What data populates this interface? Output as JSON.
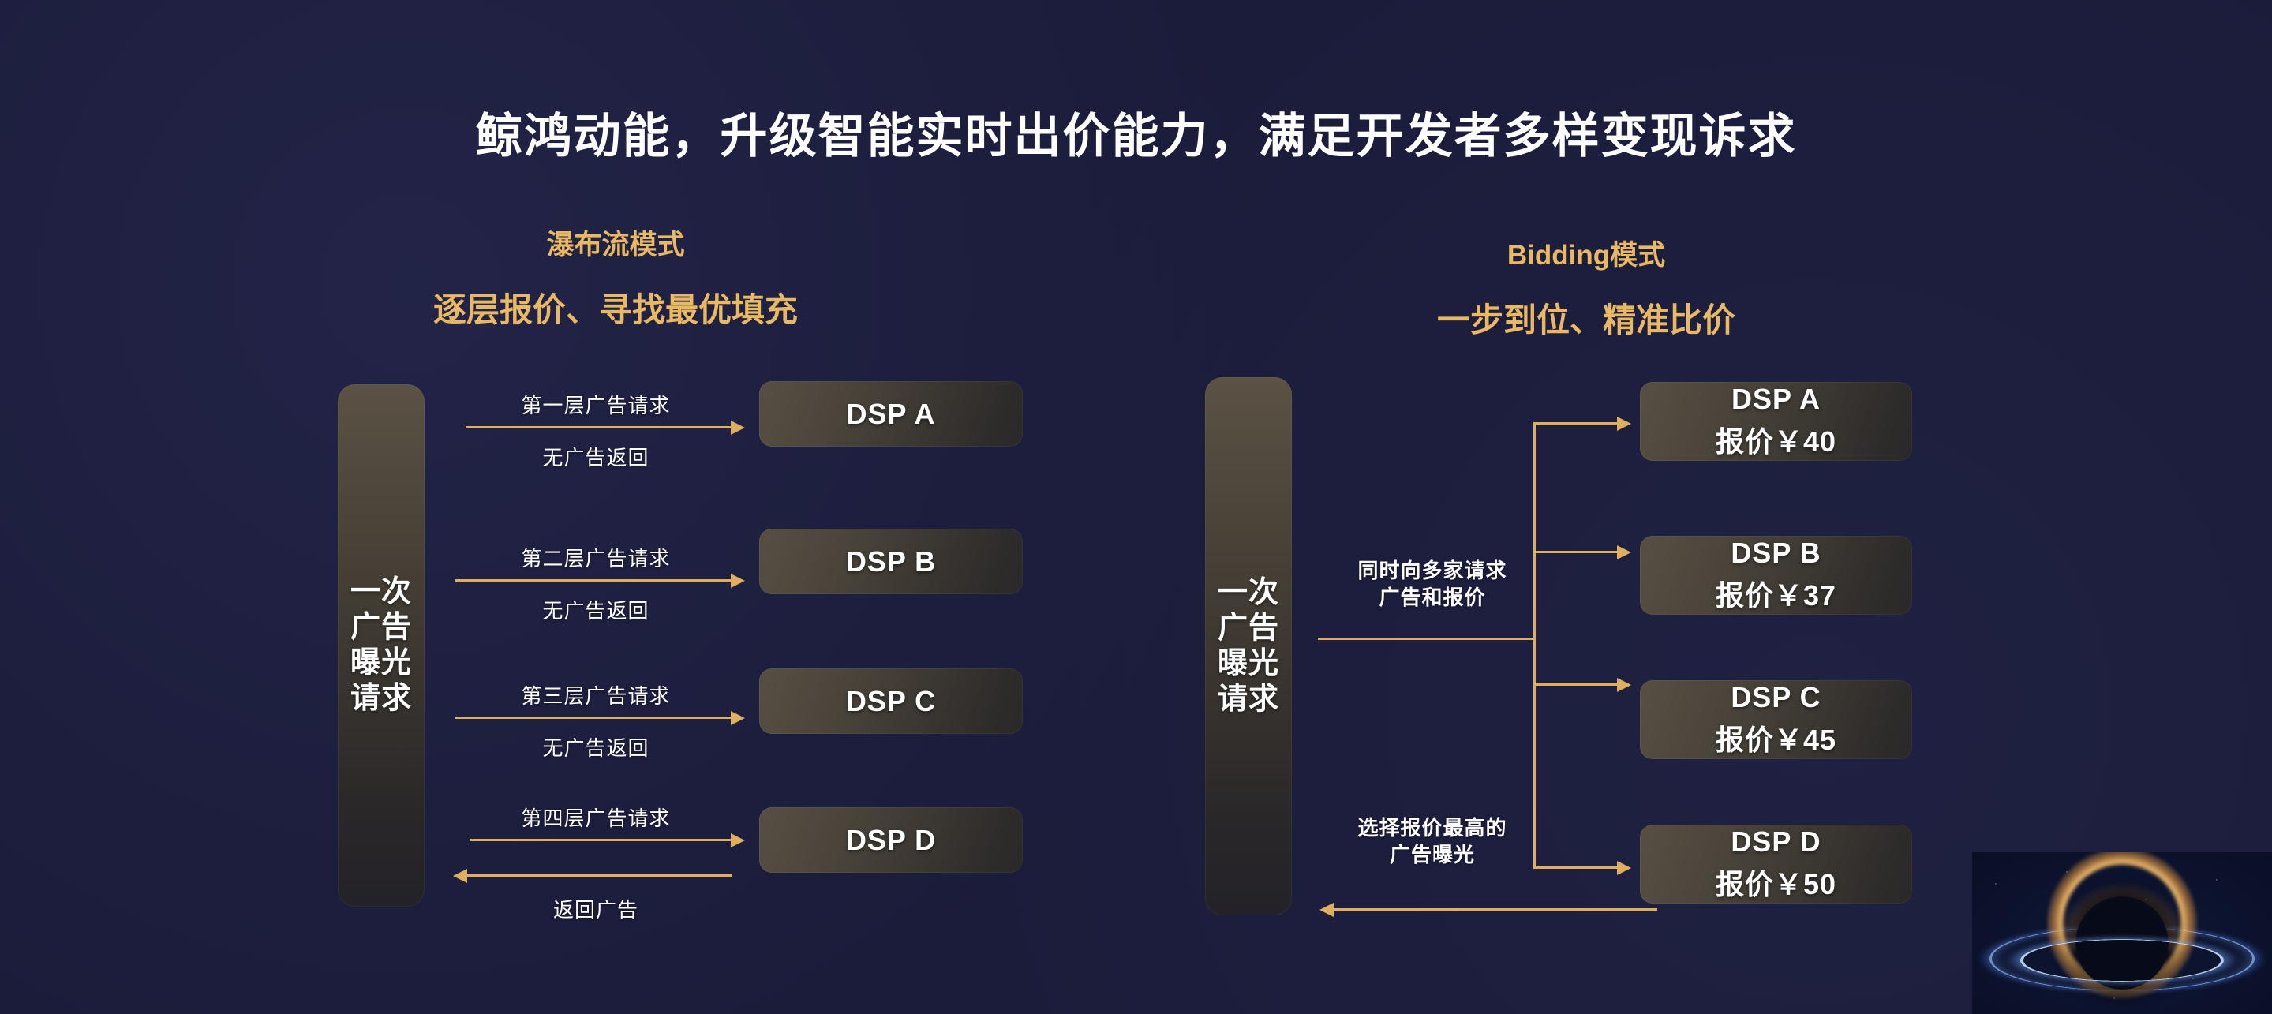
{
  "title": "鲸鸿动能，升级智能实时出价能力，满足开发者多样变现诉求",
  "colors": {
    "background": "#1b1c3a",
    "accent_gold": "#e8b862",
    "arrow_gold": "#dfae5e",
    "text_white": "#ffffff",
    "box_brown": "#574f43"
  },
  "left_panel": {
    "heading": "瀑布流模式",
    "subheading": "逐层报价、寻找最优填充",
    "request_bar": "一次\n广告\n曝光\n请求",
    "steps": [
      {
        "request_label": "第一层广告请求",
        "return_label": "无广告返回",
        "dsp": "DSP A"
      },
      {
        "request_label": "第二层广告请求",
        "return_label": "无广告返回",
        "dsp": "DSP B"
      },
      {
        "request_label": "第三层广告请求",
        "return_label": "无广告返回",
        "dsp": "DSP C"
      },
      {
        "request_label": "第四层广告请求",
        "return_label": "返回广告",
        "dsp": "DSP D"
      }
    ]
  },
  "right_panel": {
    "heading": "Bidding模式",
    "subheading": "一步到位、精准比价",
    "request_bar": "一次\n广告\n曝光\n请求",
    "request_note": "同时向多家请求\n广告和报价",
    "result_note": "选择报价最高的\n广告曝光",
    "dsps": [
      {
        "name": "DSP  A",
        "price": "报价￥40"
      },
      {
        "name": "DSP B",
        "price": "报价￥37"
      },
      {
        "name": "DSP C",
        "price": "报价￥45"
      },
      {
        "name": "DSP D",
        "price": "报价￥50"
      }
    ]
  },
  "decoration": {
    "blackhole": "blackhole-graphic"
  }
}
